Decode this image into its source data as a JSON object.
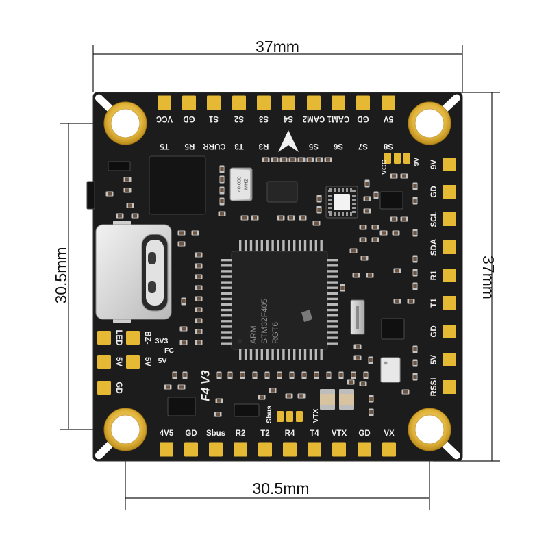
{
  "dimensions": {
    "top": "37mm",
    "right": "37mm",
    "left": "30.5mm",
    "bottom": "30.5mm"
  },
  "board": {
    "model": "F4 V3",
    "top_pads": [
      "VCC",
      "GD",
      "S1",
      "S2",
      "S3",
      "S4",
      "CAM2",
      "CAM1",
      "GD",
      "5V"
    ],
    "top_second_row": [
      "T5",
      "R5",
      "CURR",
      "T3",
      "R3",
      "S5",
      "S6",
      "S7",
      "S8"
    ],
    "vcc_label": "VCC",
    "jumper_9v_label": "9V",
    "right_pads": [
      "9V",
      "GD",
      "SCL",
      "SDA",
      "R1",
      "T1",
      "GD",
      "5V",
      "RSSI"
    ],
    "bottom_pads": [
      "4V5",
      "GD",
      "Sbus",
      "R2",
      "T2",
      "R4",
      "T4",
      "VTX",
      "GD",
      "VX"
    ],
    "left_pads": [
      "LED",
      "BZ-",
      "5V",
      "5V",
      "GD"
    ],
    "power_select_labels": [
      "3V3",
      "FC",
      "5V"
    ],
    "sbus_jumper_label": "Sbus",
    "vtx_jumper_label": "VTX",
    "crystal": {
      "frequency": "40.000",
      "unit": "MHZ"
    },
    "mcu_marking": [
      "ARM",
      "STM32F405",
      "RGT6"
    ]
  },
  "icons": {
    "logo": "arrow-logo-icon",
    "usb": "usb-c-port-icon"
  },
  "colors": {
    "background": "#ffffff",
    "board": "#1c1c1c",
    "pad": "#e6b934",
    "silkscreen": "#f0f0f0",
    "dimension_line": "#1a1a1a"
  }
}
